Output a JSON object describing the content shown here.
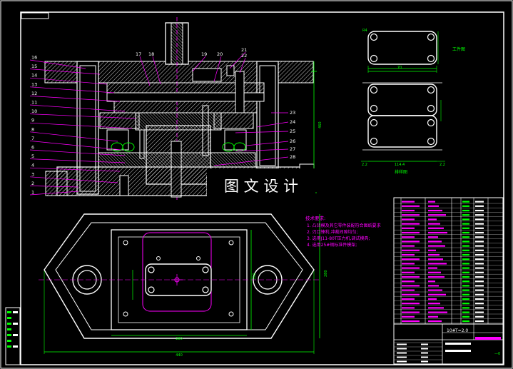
{
  "watermark": "图 文 设 计",
  "callouts_left": [
    "16",
    "15",
    "14",
    "13",
    "12",
    "11",
    "10",
    "9",
    "8",
    "7",
    "6",
    "5",
    "4",
    "3",
    "2",
    "1"
  ],
  "callouts_top": [
    "17",
    "18",
    "19",
    "20",
    "21",
    "22"
  ],
  "callouts_right": [
    "23",
    "24",
    "25",
    "26",
    "27",
    "28"
  ],
  "view_titles": {
    "part_view": "工件图",
    "strip_layout": "排样图"
  },
  "tech_requirements": {
    "title": "技术要求:",
    "items": [
      "1. 凸凹模及其它零件装配符合图纸要求",
      "2. 刃口锋利,冲裁间隙均匀;",
      "3. 选用J11-80T压力机,调试模具;",
      "4. 选用25#钢标准件模架;"
    ]
  },
  "dimensions": {
    "part_width": "70",
    "strip_width": "114.4",
    "strip_dim_b": "2.2",
    "base_width": "280",
    "total_width": "440",
    "total_height": "460",
    "side_height": "280",
    "die_height": "350"
  },
  "title_block": {
    "material": "10#",
    "thickness": "T=2.0"
  },
  "colors": {
    "frame": "#ffffff",
    "outline": "#ffffff",
    "callout": "#ff00ff",
    "dimension": "#00ff00",
    "hatch": "#ffffff",
    "accent": "#ffff00",
    "bg": "#000000"
  }
}
